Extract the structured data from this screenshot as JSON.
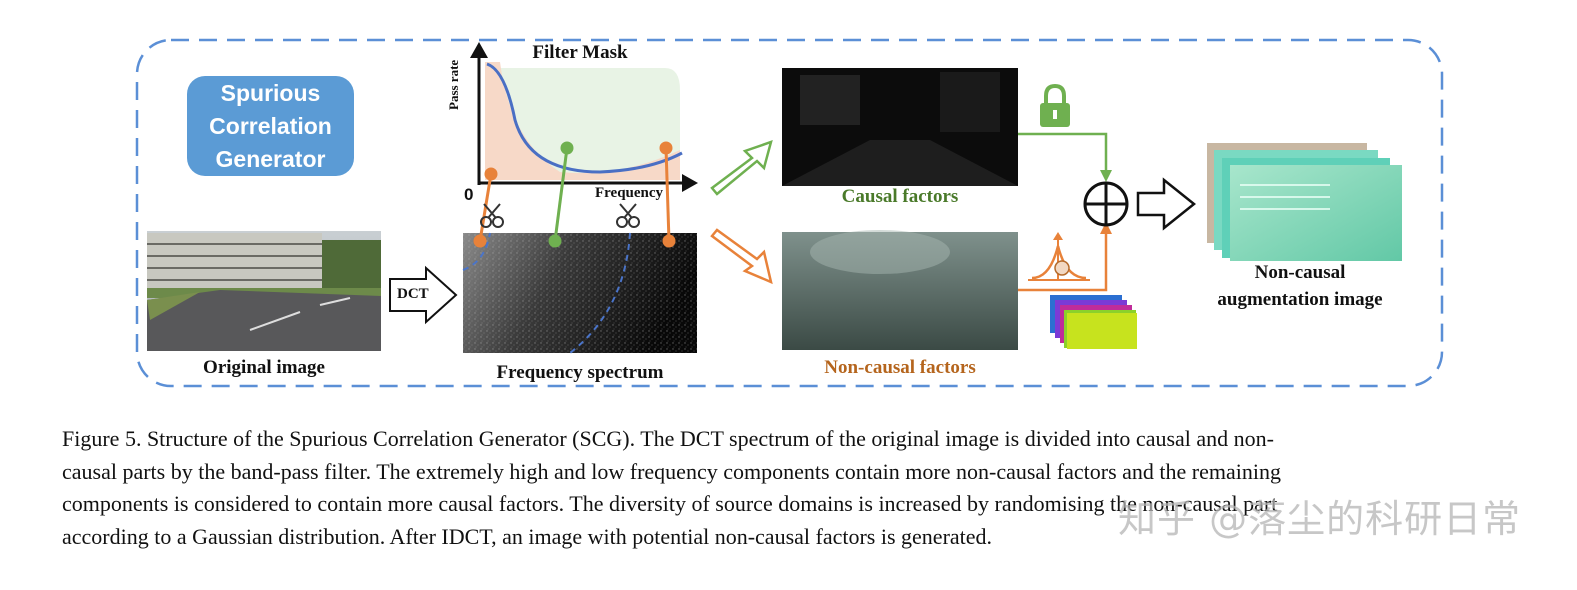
{
  "badge": {
    "line1": "Spurious",
    "line2": "Correlation",
    "line3": "Generator"
  },
  "labels": {
    "original": "Original image",
    "dct": "DCT",
    "filter_title": "Filter Mask",
    "pass_rate": "Pass rate",
    "zero": "0",
    "frequency_axis": "Frequency",
    "spectrum": "Frequency spectrum",
    "causal": "Causal factors",
    "noncausal": "Non-causal factors",
    "output_line1": "Non-causal",
    "output_line2": "augmentation image"
  },
  "caption": [
    "Figure 5. Structure of the Spurious Correlation Generator (SCG). The DCT spectrum of the original image is divided into causal and non-",
    "causal parts by the band-pass filter. The extremely high and low frequency components contain more non-causal factors and the remaining",
    "components is considered to contain more causal factors. The diversity of source domains is increased by randomising the non-causal part",
    "according to a Gaussian distribution. After IDCT, an image with potential non-causal factors is generated."
  ],
  "watermark": "知乎 @落尘的科研日常",
  "colors": {
    "frame": "#5b8fd6",
    "badge": "#5b9bd5",
    "causal_text": "#4a7a2a",
    "noncausal_text": "#b5651d",
    "green": "#6fb050",
    "orange": "#e8823a"
  }
}
